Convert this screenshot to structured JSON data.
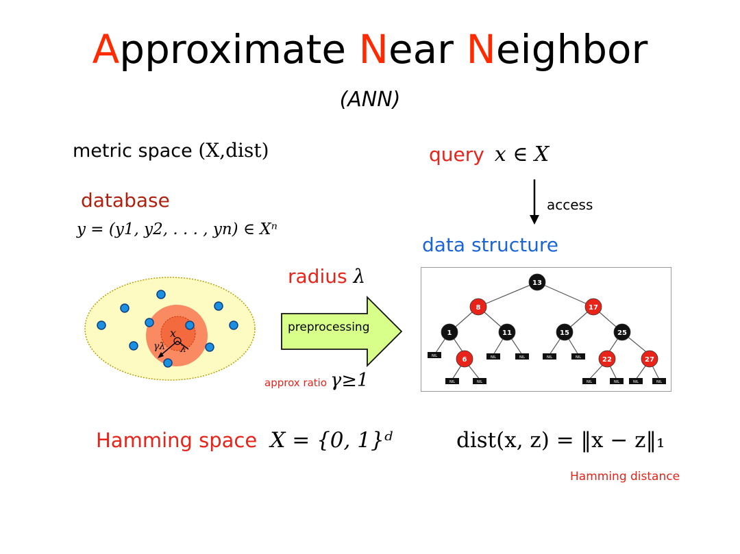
{
  "title": {
    "letter1": "A",
    "rest1": "pproximate ",
    "letter2": "N",
    "rest2": "ear ",
    "letter3": "N",
    "rest3": "eighbor"
  },
  "subtitle": "(ANN)",
  "metric_space": {
    "label": "metric space",
    "formula": "(X,dist)"
  },
  "query": {
    "label": "query",
    "formula": "x ∈ X"
  },
  "access_label": "access",
  "database": {
    "label": "database",
    "formula": "y = (y1, y2, . . . , yn) ∈ Xⁿ"
  },
  "data_structure_label": "data structure",
  "radius": {
    "label": "radius",
    "symbol": "λ"
  },
  "preprocessing_label": "preprocessing",
  "approx_ratio": {
    "label": "approx ratio",
    "formula": "γ≥1"
  },
  "ball": {
    "center_label": "x",
    "gamma_label": "γλ",
    "lambda_label": "λ"
  },
  "tree": {
    "nodes": [
      "13",
      "8",
      "17",
      "1",
      "11",
      "15",
      "25",
      "6",
      "22",
      "27"
    ],
    "nil_label": "NIL"
  },
  "hamming_space": {
    "label": "Hamming space",
    "formula": "X = {0, 1}ᵈ"
  },
  "dist_formula": "dist(x, z) = ‖x − z‖₁",
  "hamming_distance_label": "Hamming distance",
  "colors": {
    "accent": "#ff2a00",
    "red_node": "#e8231a",
    "black_node": "#111111",
    "blue_label": "#1a66d6",
    "arrow_fill": "#d8ff8a"
  }
}
